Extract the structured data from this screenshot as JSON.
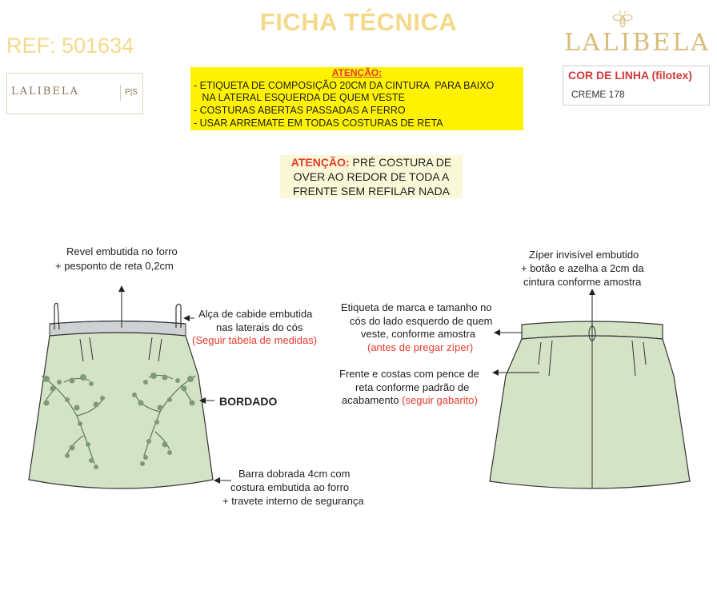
{
  "header": {
    "title": "FICHA TÉCNICA",
    "ref": "REF: 501634",
    "brand": "LALIBELA",
    "logo_text": "LALIBELA",
    "logo_sub": "P|S"
  },
  "warning_box": {
    "title": "ATENÇÃO:",
    "lines": [
      "- ETIQUETA DE COMPOSIÇÃO 20CM DA CINTURA  PARA BAIXO",
      "   NA LATERAL ESQUERDA DE QUEM VESTE",
      "- COSTURAS ABERTAS PASSADAS A FERRO",
      "- USAR ARREMATE EM TODAS COSTURAS DE RETA"
    ]
  },
  "thread_color": {
    "label": "COR DE LINHA (filotex)",
    "value": "CREME 178"
  },
  "attention2": {
    "label": "ATENÇÃO:",
    "line1": "PRÉ COSTURA DE",
    "line2": "OVER AO REDOR DE TODA A",
    "line3": "FRENTE SEM REFILAR NADA"
  },
  "front_notes": {
    "revel_1": "Revel embutida no forro",
    "revel_2": "+ pesponto de reta 0,2cm",
    "alca_1": "Alça de cabide embutida",
    "alca_2": "nas laterais do cós",
    "alca_3": "(Seguir tabela de medidas)",
    "bordado": "BORDADO",
    "barra_1": "Barra dobrada 4cm com",
    "barra_2": "costura embutida ao forro",
    "barra_3": "+ travete interno de segurança"
  },
  "back_notes": {
    "ziper_1": "Zíper invisível embutido",
    "ziper_2": "+ botão e azelha a 2cm da",
    "ziper_3": "cintura conforme amostra",
    "etiqueta_1": "Etiqueta de marca e tamanho no",
    "etiqueta_2": "cós do lado esquerdo de quem",
    "etiqueta_3": "veste, conforme amostra",
    "etiqueta_4": "(antes de pregar zíper)",
    "pence_1": "Frente e costas com pence de",
    "pence_2": "reta conforme padrão de",
    "pence_3": "acabamento",
    "pence_4": "(seguir gabarito)"
  },
  "colors": {
    "title_gold": "#f5d98a",
    "warning_yellow": "#fff200",
    "alert_red": "#e63a2b",
    "skirt_green": "#d4e2c6"
  }
}
